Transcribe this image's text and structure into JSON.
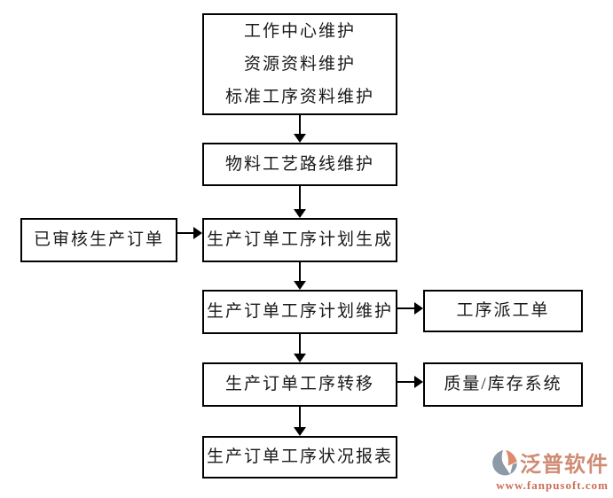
{
  "diagram": {
    "title_hint": "production-operation-process-flowchart",
    "nodes": {
      "master_data": {
        "lines": [
          "工作中心维护",
          "资源资料维护",
          "标准工序资料维护"
        ]
      },
      "routing": {
        "label": "物料工艺路线维护"
      },
      "approved_order": {
        "label": "已审核生产订单"
      },
      "plan_generate": {
        "label": "生产订单工序计划生成"
      },
      "plan_maintain": {
        "label": "生产订单工序计划维护"
      },
      "dispatch_order": {
        "label": "工序派工单"
      },
      "transfer": {
        "label": "生产订单工序转移"
      },
      "quality_inventory": {
        "label": "质量/库存系统"
      },
      "status_report": {
        "label": "生产订单工序状况报表"
      }
    },
    "colors": {
      "box_border": "#000000",
      "text": "#1a1a1a",
      "background": "#ffffff"
    }
  },
  "watermark": {
    "brand": "泛普软件",
    "url": "www.fanpusoft.com",
    "colors": {
      "brand_text": "#cf8b74",
      "url_text": "#cb6f55",
      "icon_gray": "#8d99a6",
      "icon_salmon": "#dd8a6e"
    }
  }
}
